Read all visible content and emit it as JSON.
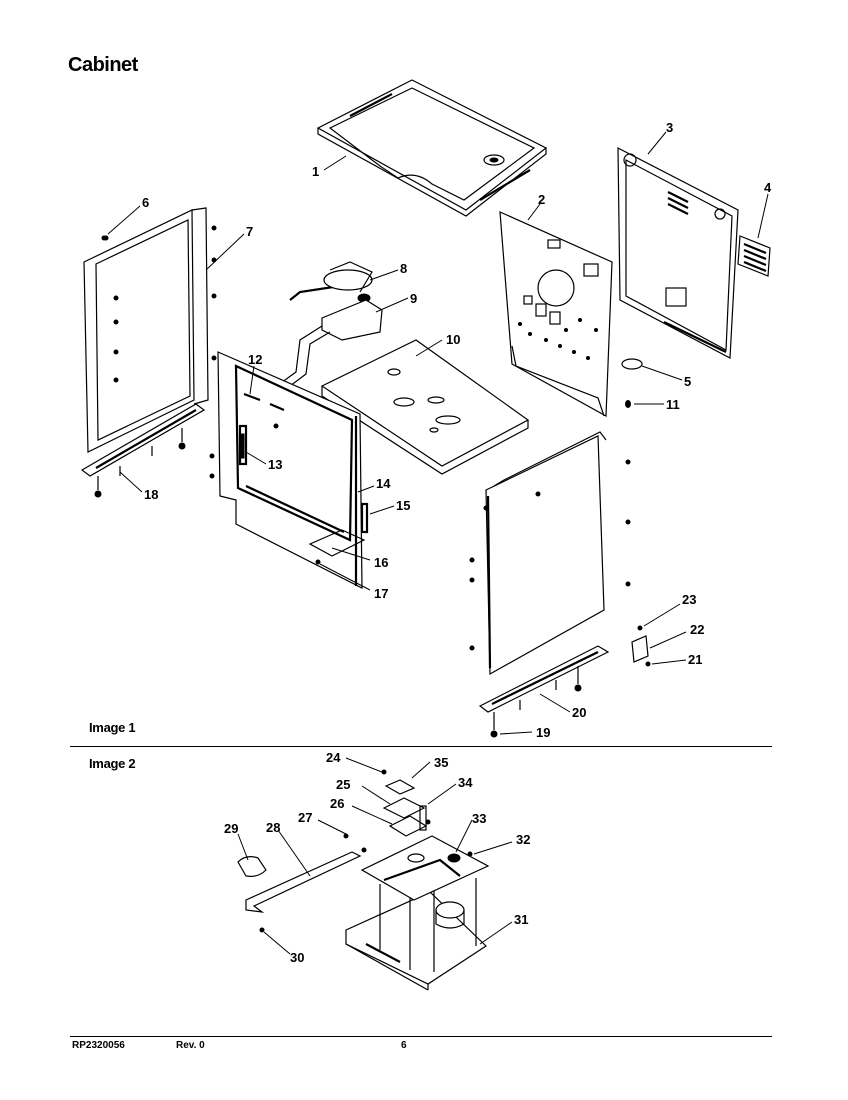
{
  "page": {
    "title": "Cabinet",
    "image1_label": "Image 1",
    "image2_label": "Image 2"
  },
  "footer": {
    "part_number": "RP2320056",
    "revision": "Rev. 0",
    "page_number": "6"
  },
  "callouts": [
    "1",
    "2",
    "3",
    "4",
    "5",
    "6",
    "7",
    "8",
    "9",
    "10",
    "11",
    "12",
    "13",
    "14",
    "15",
    "16",
    "17",
    "18",
    "19",
    "20",
    "21",
    "22",
    "23",
    "24",
    "25",
    "26",
    "27",
    "28",
    "29",
    "30",
    "31",
    "32",
    "33",
    "34",
    "35"
  ],
  "colors": {
    "ink": "#000000",
    "paper": "#ffffff"
  }
}
